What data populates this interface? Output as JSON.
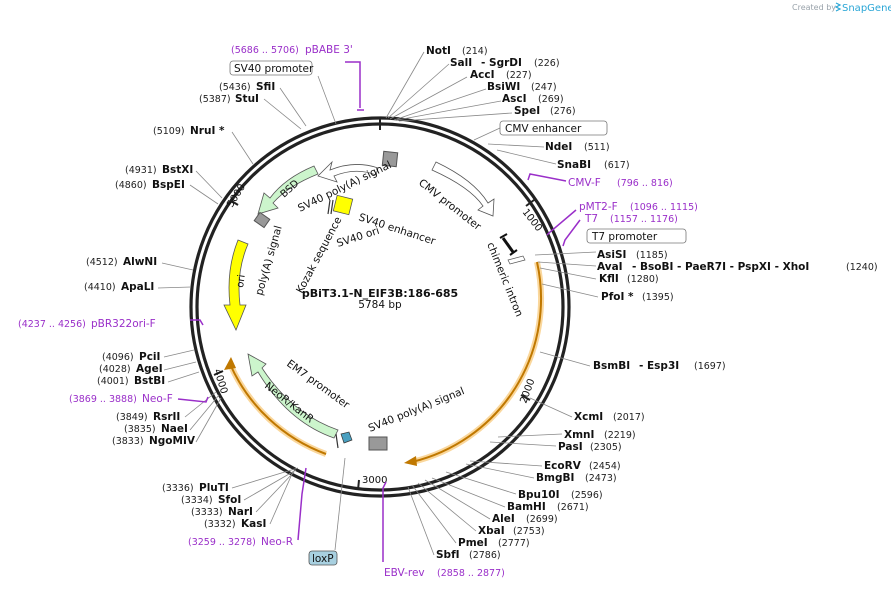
{
  "credit": {
    "prefix": "Created by",
    "brand": "SnapGene"
  },
  "plasmid": {
    "name": "pBiT3.1-N_EIF3B:186-685",
    "size": "5784 bp"
  },
  "ticks": [
    "1000",
    "2000",
    "3000",
    "4000",
    "5000"
  ],
  "enzymes_right": [
    {
      "name": "NotI",
      "pos": "(214)"
    },
    {
      "name": "SalI",
      "extra": "- SgrDI",
      "pos": "(226)"
    },
    {
      "name": "AccI",
      "pos": "(227)"
    },
    {
      "name": "BsiWI",
      "pos": "(247)"
    },
    {
      "name": "AscI",
      "pos": "(269)"
    },
    {
      "name": "SpeI",
      "pos": "(276)"
    },
    {
      "name": "NdeI",
      "pos": "(511)"
    },
    {
      "name": "SnaBI",
      "pos": "(617)"
    },
    {
      "name": "AsiSI",
      "pos": "(1185)"
    },
    {
      "name": "AvaI",
      "extra": "- BsoBI  - PaeR7I  - PspXI  - XhoI",
      "pos": "(1240)"
    },
    {
      "name": "KflI",
      "pos": "(1280)"
    },
    {
      "name": "PfoI *",
      "pos": "(1395)"
    },
    {
      "name": "BsmBI",
      "extra": "- Esp3I",
      "pos": "(1697)"
    },
    {
      "name": "XcmI",
      "pos": "(2017)"
    },
    {
      "name": "XmnI",
      "pos": "(2219)"
    },
    {
      "name": "PasI",
      "pos": "(2305)"
    },
    {
      "name": "EcoRV",
      "pos": "(2454)"
    },
    {
      "name": "BmgBI",
      "pos": "(2473)"
    },
    {
      "name": "Bpu10I",
      "pos": "(2596)"
    },
    {
      "name": "BamHI",
      "pos": "(2671)"
    },
    {
      "name": "AleI",
      "pos": "(2699)"
    },
    {
      "name": "XbaI",
      "pos": "(2753)"
    },
    {
      "name": "PmeI",
      "pos": "(2777)"
    },
    {
      "name": "SbfI",
      "pos": "(2786)"
    }
  ],
  "enzymes_left": [
    {
      "name": "SfiI",
      "pos": "(5436)"
    },
    {
      "name": "StuI",
      "pos": "(5387)"
    },
    {
      "name": "NruI *",
      "pos": "(5109)"
    },
    {
      "name": "BstXI",
      "pos": "(4931)"
    },
    {
      "name": "BspEI",
      "pos": "(4860)"
    },
    {
      "name": "AlwNI",
      "pos": "(4512)"
    },
    {
      "name": "ApaLI",
      "pos": "(4410)"
    },
    {
      "name": "PciI",
      "pos": "(4096)"
    },
    {
      "name": "AgeI",
      "pos": "(4028)"
    },
    {
      "name": "BstBI",
      "pos": "(4001)"
    },
    {
      "name": "RsrII",
      "pos": "(3849)"
    },
    {
      "name": "NaeI",
      "pos": "(3835)"
    },
    {
      "name": "NgoMIV",
      "pos": "(3833)"
    },
    {
      "name": "PluTI",
      "pos": "(3336)"
    },
    {
      "name": "SfoI",
      "pos": "(3334)"
    },
    {
      "name": "NarI",
      "pos": "(3333)"
    },
    {
      "name": "KasI",
      "pos": "(3332)"
    }
  ],
  "primers": [
    {
      "name": "pBABE 3'",
      "pos": "(5686 .. 5706)"
    },
    {
      "name": "CMV-F",
      "pos": "(796 .. 816)"
    },
    {
      "name": "pMT2-F",
      "pos": "(1096 .. 1115)"
    },
    {
      "name": "T7",
      "pos": "(1157 .. 1176)"
    },
    {
      "name": "pBR322ori-F",
      "pos": "(4237 .. 4256)"
    },
    {
      "name": "Neo-F",
      "pos": "(3869 .. 3888)"
    },
    {
      "name": "Neo-R",
      "pos": "(3259 .. 3278)"
    },
    {
      "name": "EBV-rev",
      "pos": "(2858 .. 2877)"
    }
  ],
  "boxed": {
    "sv40_promoter": "SV40 promoter",
    "cmv_enhancer": "CMV enhancer",
    "t7_promoter": "T7 promoter",
    "loxp": "loxP"
  },
  "features": {
    "sv40_polya_top": "SV40 poly(A) signal",
    "cmv_promoter": "CMV promoter",
    "bsd": "BSD",
    "sv40_enhancer": "SV40 enhancer",
    "sv40_ori": "SV40 ori",
    "kozak": "Kozak sequence",
    "chimeric_intron": "chimeric intron",
    "polya_signal": "poly(A) signal",
    "ori": "ori",
    "em7_promoter": "EM7 promoter",
    "neor": "NeoR/KanR",
    "sv40_polya_bottom": "SV40 poly(A) signal"
  },
  "colors": {
    "primer": "#9a2fc9",
    "ori": "#ffff00",
    "marker": "#ccf5cc",
    "insert_orange": "#f5a623",
    "loxp": "#a8d0e0"
  }
}
